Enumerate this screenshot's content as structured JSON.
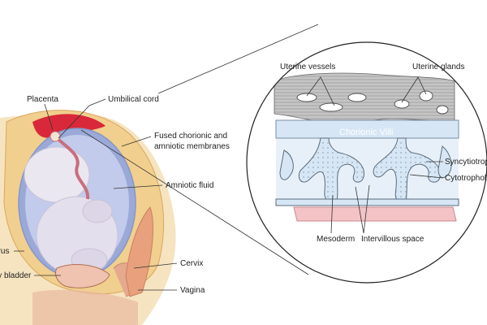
{
  "labels": {
    "placenta": "Placenta",
    "umbilical_cord": "Umbilical cord",
    "fused_membranes_1": "Fused chorionic and",
    "fused_membranes_2": "amniotic membranes",
    "amniotic_fluid": "Amniotic fluid",
    "uterus": "Uterus",
    "bladder": "Urinary bladder",
    "cervix": "Cervix",
    "vagina": "Vagina",
    "uterine_vessels": "Uterine vessels",
    "uterine_glands": "Uterine glands",
    "chorionic_villi": "Chorionic Villi",
    "syncytiotrophoblast": "Syncytiotrophoblast",
    "cytotrophoblast": "Cytotrophoblast",
    "mesoderm": "Mesoderm",
    "intervillous_space": "Intervillous space"
  },
  "colors": {
    "uterine_wall": "#f4d9a2",
    "placenta": "#d9283a",
    "amniotic_fluid": "#9aa9d8",
    "fetus": "#e6e1ee",
    "villi": "#d6e6f4",
    "endometrium": "#b9b9b9",
    "basal_layer": "#f3c3c6",
    "leader": "#333333"
  }
}
